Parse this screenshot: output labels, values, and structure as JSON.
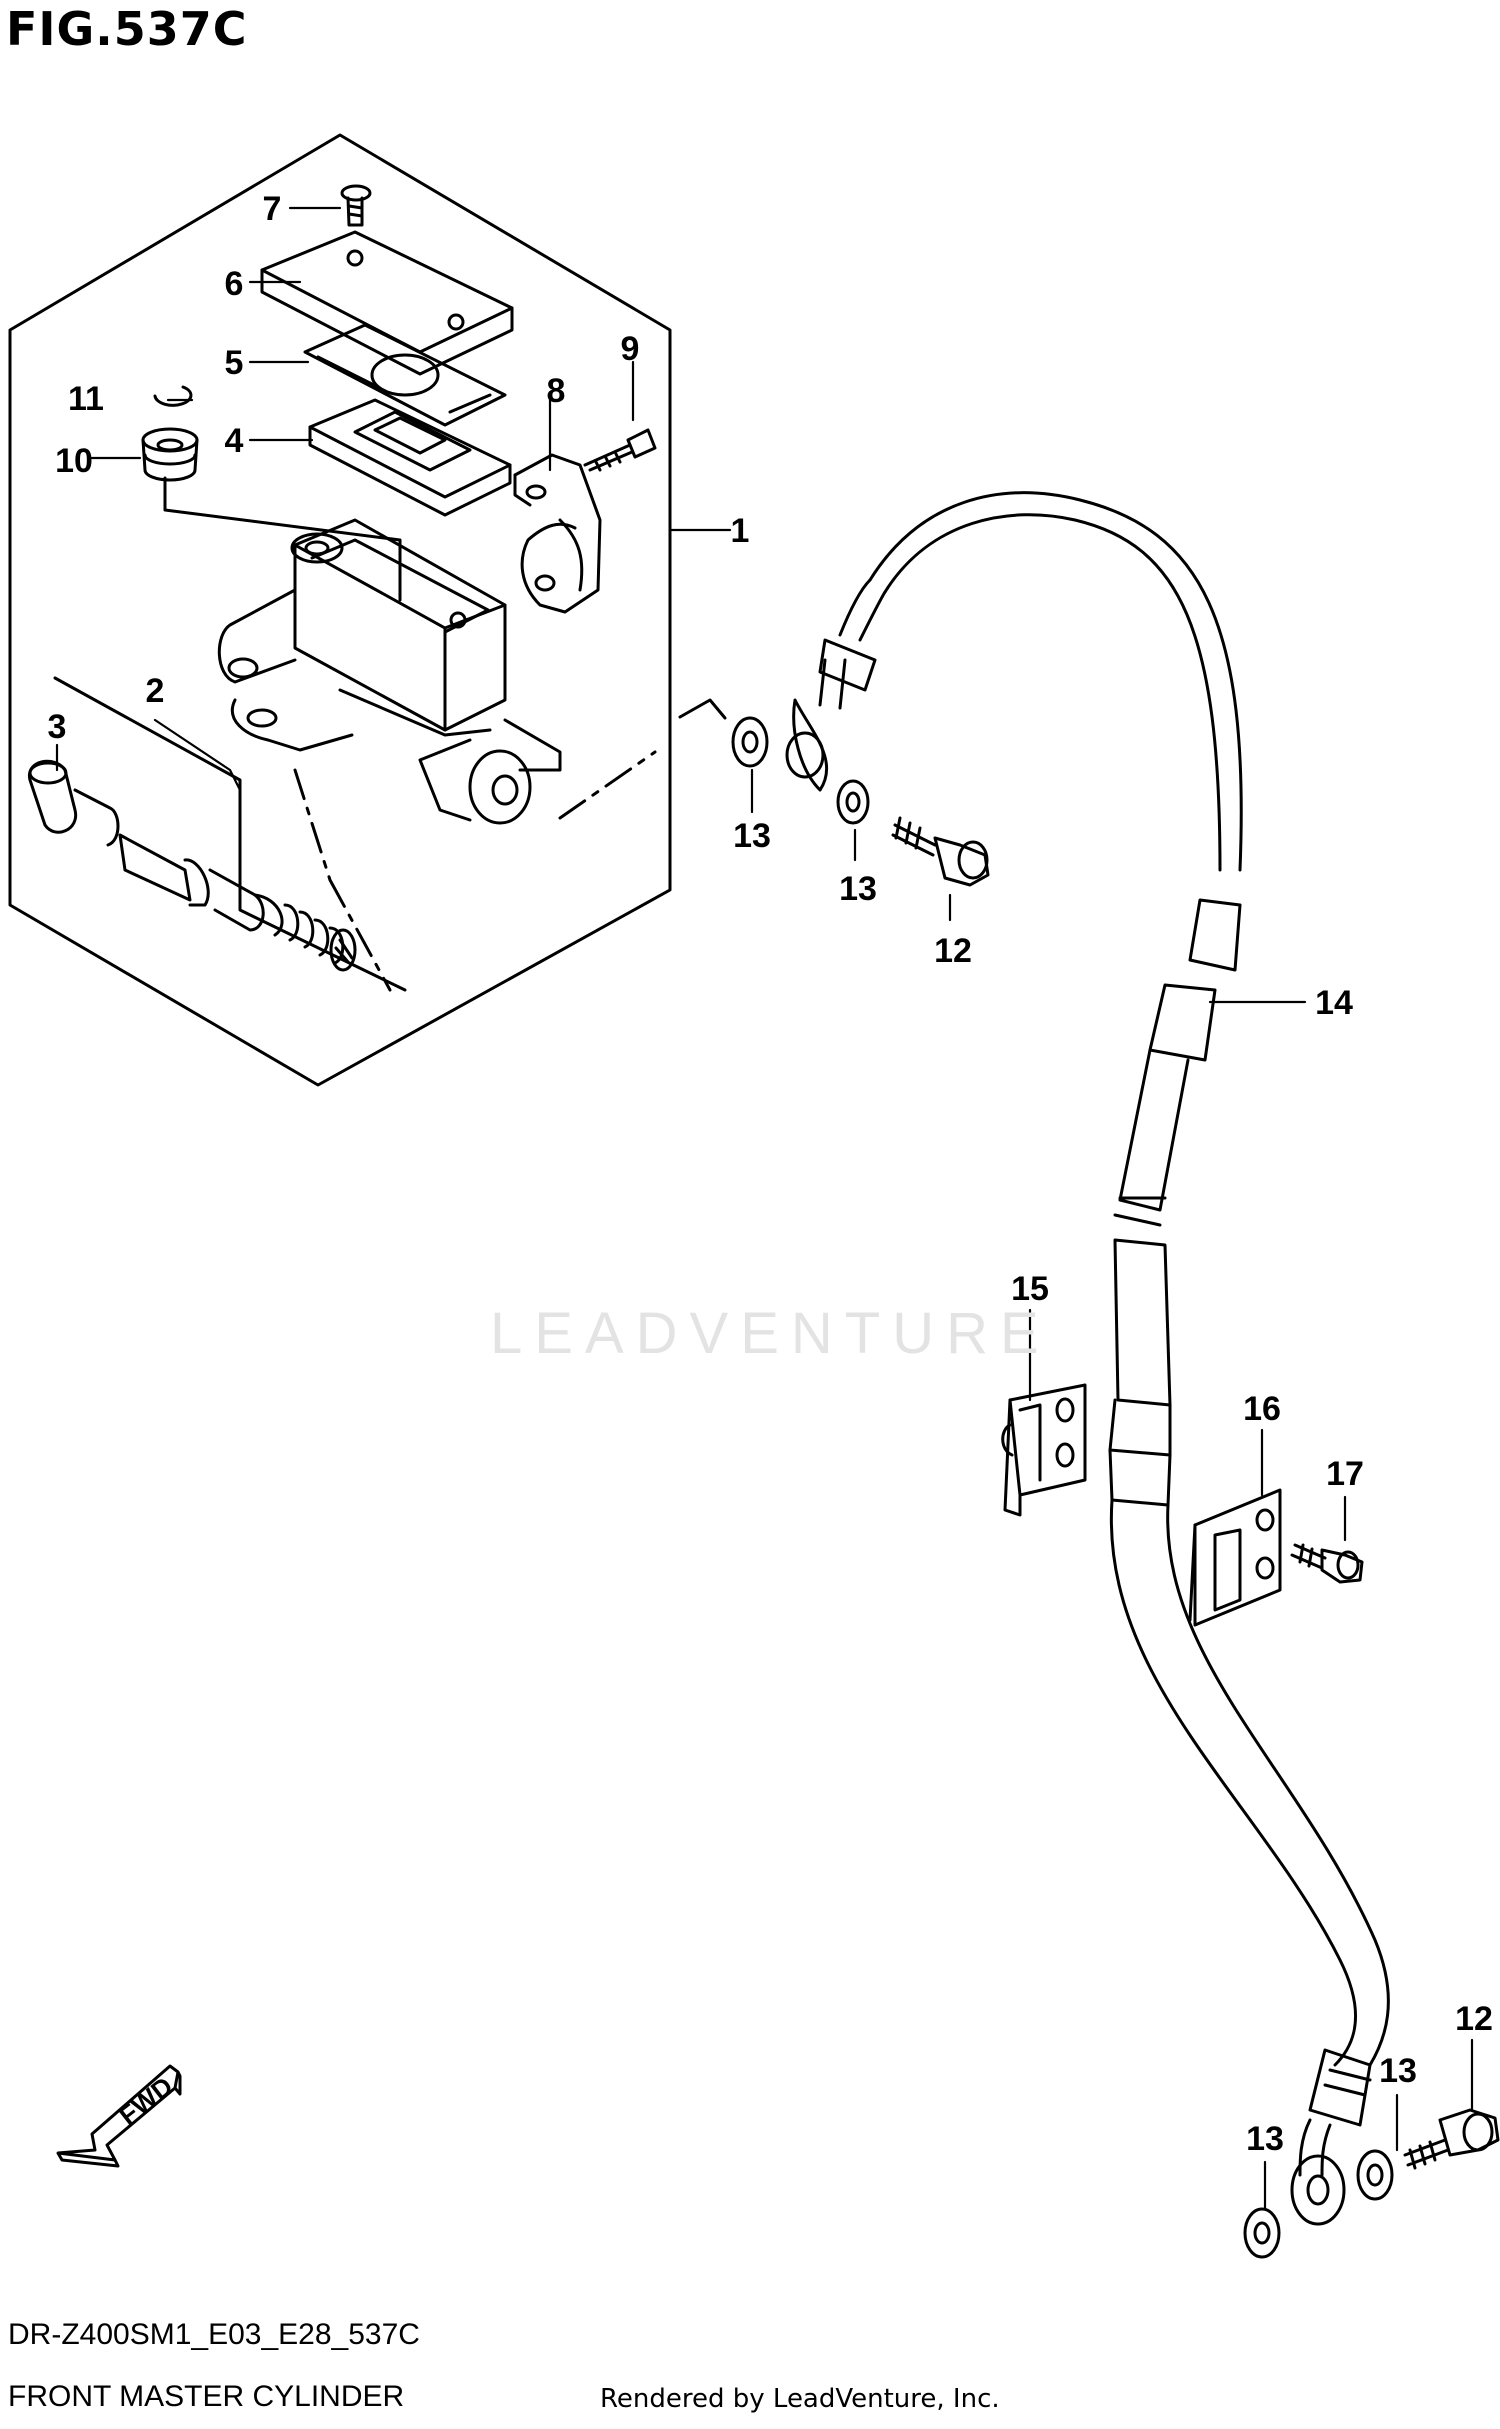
{
  "figure": {
    "title": "FIG.537C",
    "model_code": "DR-Z400SM1_E03_E28_537C",
    "name": "FRONT MASTER CYLINDER",
    "rendered_by": "Rendered by LeadVenture, Inc.",
    "watermark": "LEADVENTURE",
    "fwd_label": "FWD"
  },
  "callouts": {
    "c1": "1",
    "c2": "2",
    "c3": "3",
    "c4": "4",
    "c5": "5",
    "c6": "6",
    "c7": "7",
    "c8": "8",
    "c9": "9",
    "c10": "10",
    "c11": "11",
    "c12a": "12",
    "c12b": "12",
    "c13a": "13",
    "c13b": "13",
    "c13c": "13",
    "c13d": "13",
    "c14": "14",
    "c15": "15",
    "c16": "16",
    "c17": "17"
  }
}
